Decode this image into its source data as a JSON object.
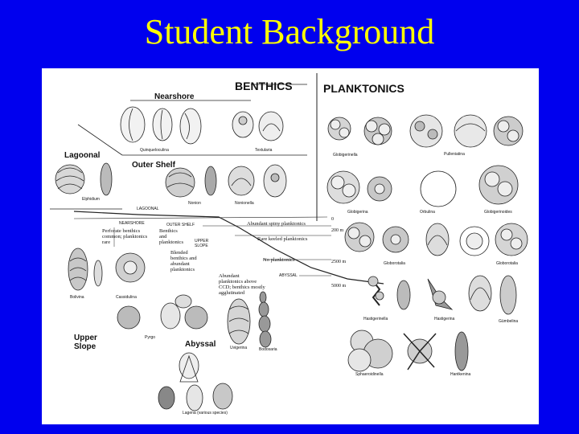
{
  "slide": {
    "title": "Student Background",
    "background": "#0000ee",
    "title_color": "#ffff00"
  },
  "figure": {
    "headers": {
      "benthics": "BENTHICS",
      "planktonics": "PLANKTONICS"
    },
    "zones": {
      "nearshore": "Nearshore",
      "lagoonal": "Lagoonal",
      "outer_shelf": "Outer Shelf",
      "upper_slope": "Upper\nSlope",
      "abyssal": "Abyssal"
    },
    "profile_labels": {
      "lagoonal": "LAGOONAL",
      "nearshore": "NEARSHORE",
      "outer_shelf": "OUTER SHELF",
      "upper_slope": "UPPER\nSLOPE",
      "abyssal": "ABYSSAL"
    },
    "notes": {
      "nearshore": "Perforate benthics\ncommon; planktonics\nrare",
      "outer_shelf": "Benthics\nand\nplanktonics",
      "upper_slope": "Blended\nbenthics and\nabundant\nplanktonics",
      "abyssal": "Abundant\nplanktonics above\nCCD; benthics mostly\nagglutinated"
    },
    "plankton_notes": {
      "spiny": "Abundant spiny planktonics",
      "keeled": "Rare keeled planktonics",
      "none": "No planktonics"
    },
    "depths": [
      "0",
      "200 m",
      "2500 m",
      "5000 m"
    ],
    "captions": {
      "quinqueloculina": "Quinqueloculina",
      "textularia": "Textularia",
      "elphidium": "Elphidium",
      "nonion": "Nonion",
      "nonionella": "Nonionella",
      "bolivina": "Bolivina",
      "cassidulina": "Cassidulina",
      "pyrgo": "Pyrgo",
      "uvigerina": "Uvigerina",
      "bodosaria": "Bodosaria",
      "lagena": "Lagena (various species)",
      "globigerinella": "Globigerinella",
      "pulleniatina": "Pulleniatina",
      "globigerina": "Globigerina",
      "orbulina": "Orbulina",
      "globigerinoides": "Globigerinoides",
      "globorotalia_mid": "Globorotalia",
      "globorotalia": "Globorotalia",
      "hastigerinella": "Hastigerinella",
      "hastigerina": "Hastigerina",
      "gumbelina": "Gümbelina",
      "sphaeroidinella": "Sphaeroidinella",
      "hantkenina": "Hantkenina"
    }
  }
}
